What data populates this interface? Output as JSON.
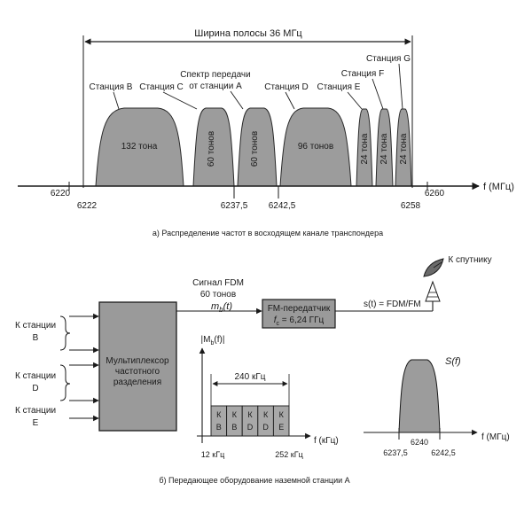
{
  "top": {
    "bandwidth_label": "Ширина полосы 36 МГц",
    "stations": {
      "b": "Станция В",
      "c": "Станция С",
      "a_line1": "Спектр передачи",
      "a_line2": "от станции А",
      "d": "Станция D",
      "e": "Станция Е",
      "f": "Станция F",
      "g": "Станция G"
    },
    "bands": {
      "b": "132 тона",
      "c": "60 тонов",
      "a": "60 тонов",
      "d": "96 тонов",
      "e": "24 тона",
      "f": "24 тона",
      "g": "24 тона"
    },
    "ticks": {
      "t6220": "6220",
      "t6222": "6222",
      "t62375": "6237,5",
      "t62425": "6242,5",
      "t6258": "6258",
      "t6260": "6260"
    },
    "axis_label": "f (МГц)",
    "caption": "а) Распределение частот в восходящем канале транспондера"
  },
  "bottom": {
    "inputs": {
      "b_line1": "К станции",
      "b_line2": "В",
      "d_line1": "К станции",
      "d_line2": "D",
      "e_line1": "К станции",
      "e_line2": "Е"
    },
    "mux_line1": "Мультиплексор",
    "mux_line2": "частотного",
    "mux_line3": "разделения",
    "fdm_line1": "Сигнал FDM",
    "fdm_line2": "60 тонов",
    "fdm_line3": "m",
    "fdm_sub": "b",
    "fdm_arg": "(t)",
    "fm_line1": "FM-передатчик",
    "fm_line2": "f",
    "fm_sub": "c",
    "fm_line2_rest": " = 6,24 ГГц",
    "st_label": "s(t) = FDM/FM",
    "satellite_label": "К спутнику",
    "mb_axis": "|M",
    "mb_sub": "b",
    "mb_rest": "(f)|",
    "width_label": "240 кГц",
    "channels": [
      {
        "top": "К",
        "bottom": "В"
      },
      {
        "top": "К",
        "bottom": "В"
      },
      {
        "top": "К",
        "bottom": "D"
      },
      {
        "top": "К",
        "bottom": "D"
      },
      {
        "top": "К",
        "bottom": "Е"
      }
    ],
    "mb_tick_left": "12 кГц",
    "mb_tick_right": "252 кГц",
    "mb_freq_axis": "f (кГц)",
    "sf_label": "S(f)",
    "sf_center": "6240",
    "sf_tick_left": "6237,5",
    "sf_tick_right": "6242,5",
    "sf_freq_axis": "f (МГц)",
    "caption": "б) Передающее оборудование наземной станции А"
  }
}
